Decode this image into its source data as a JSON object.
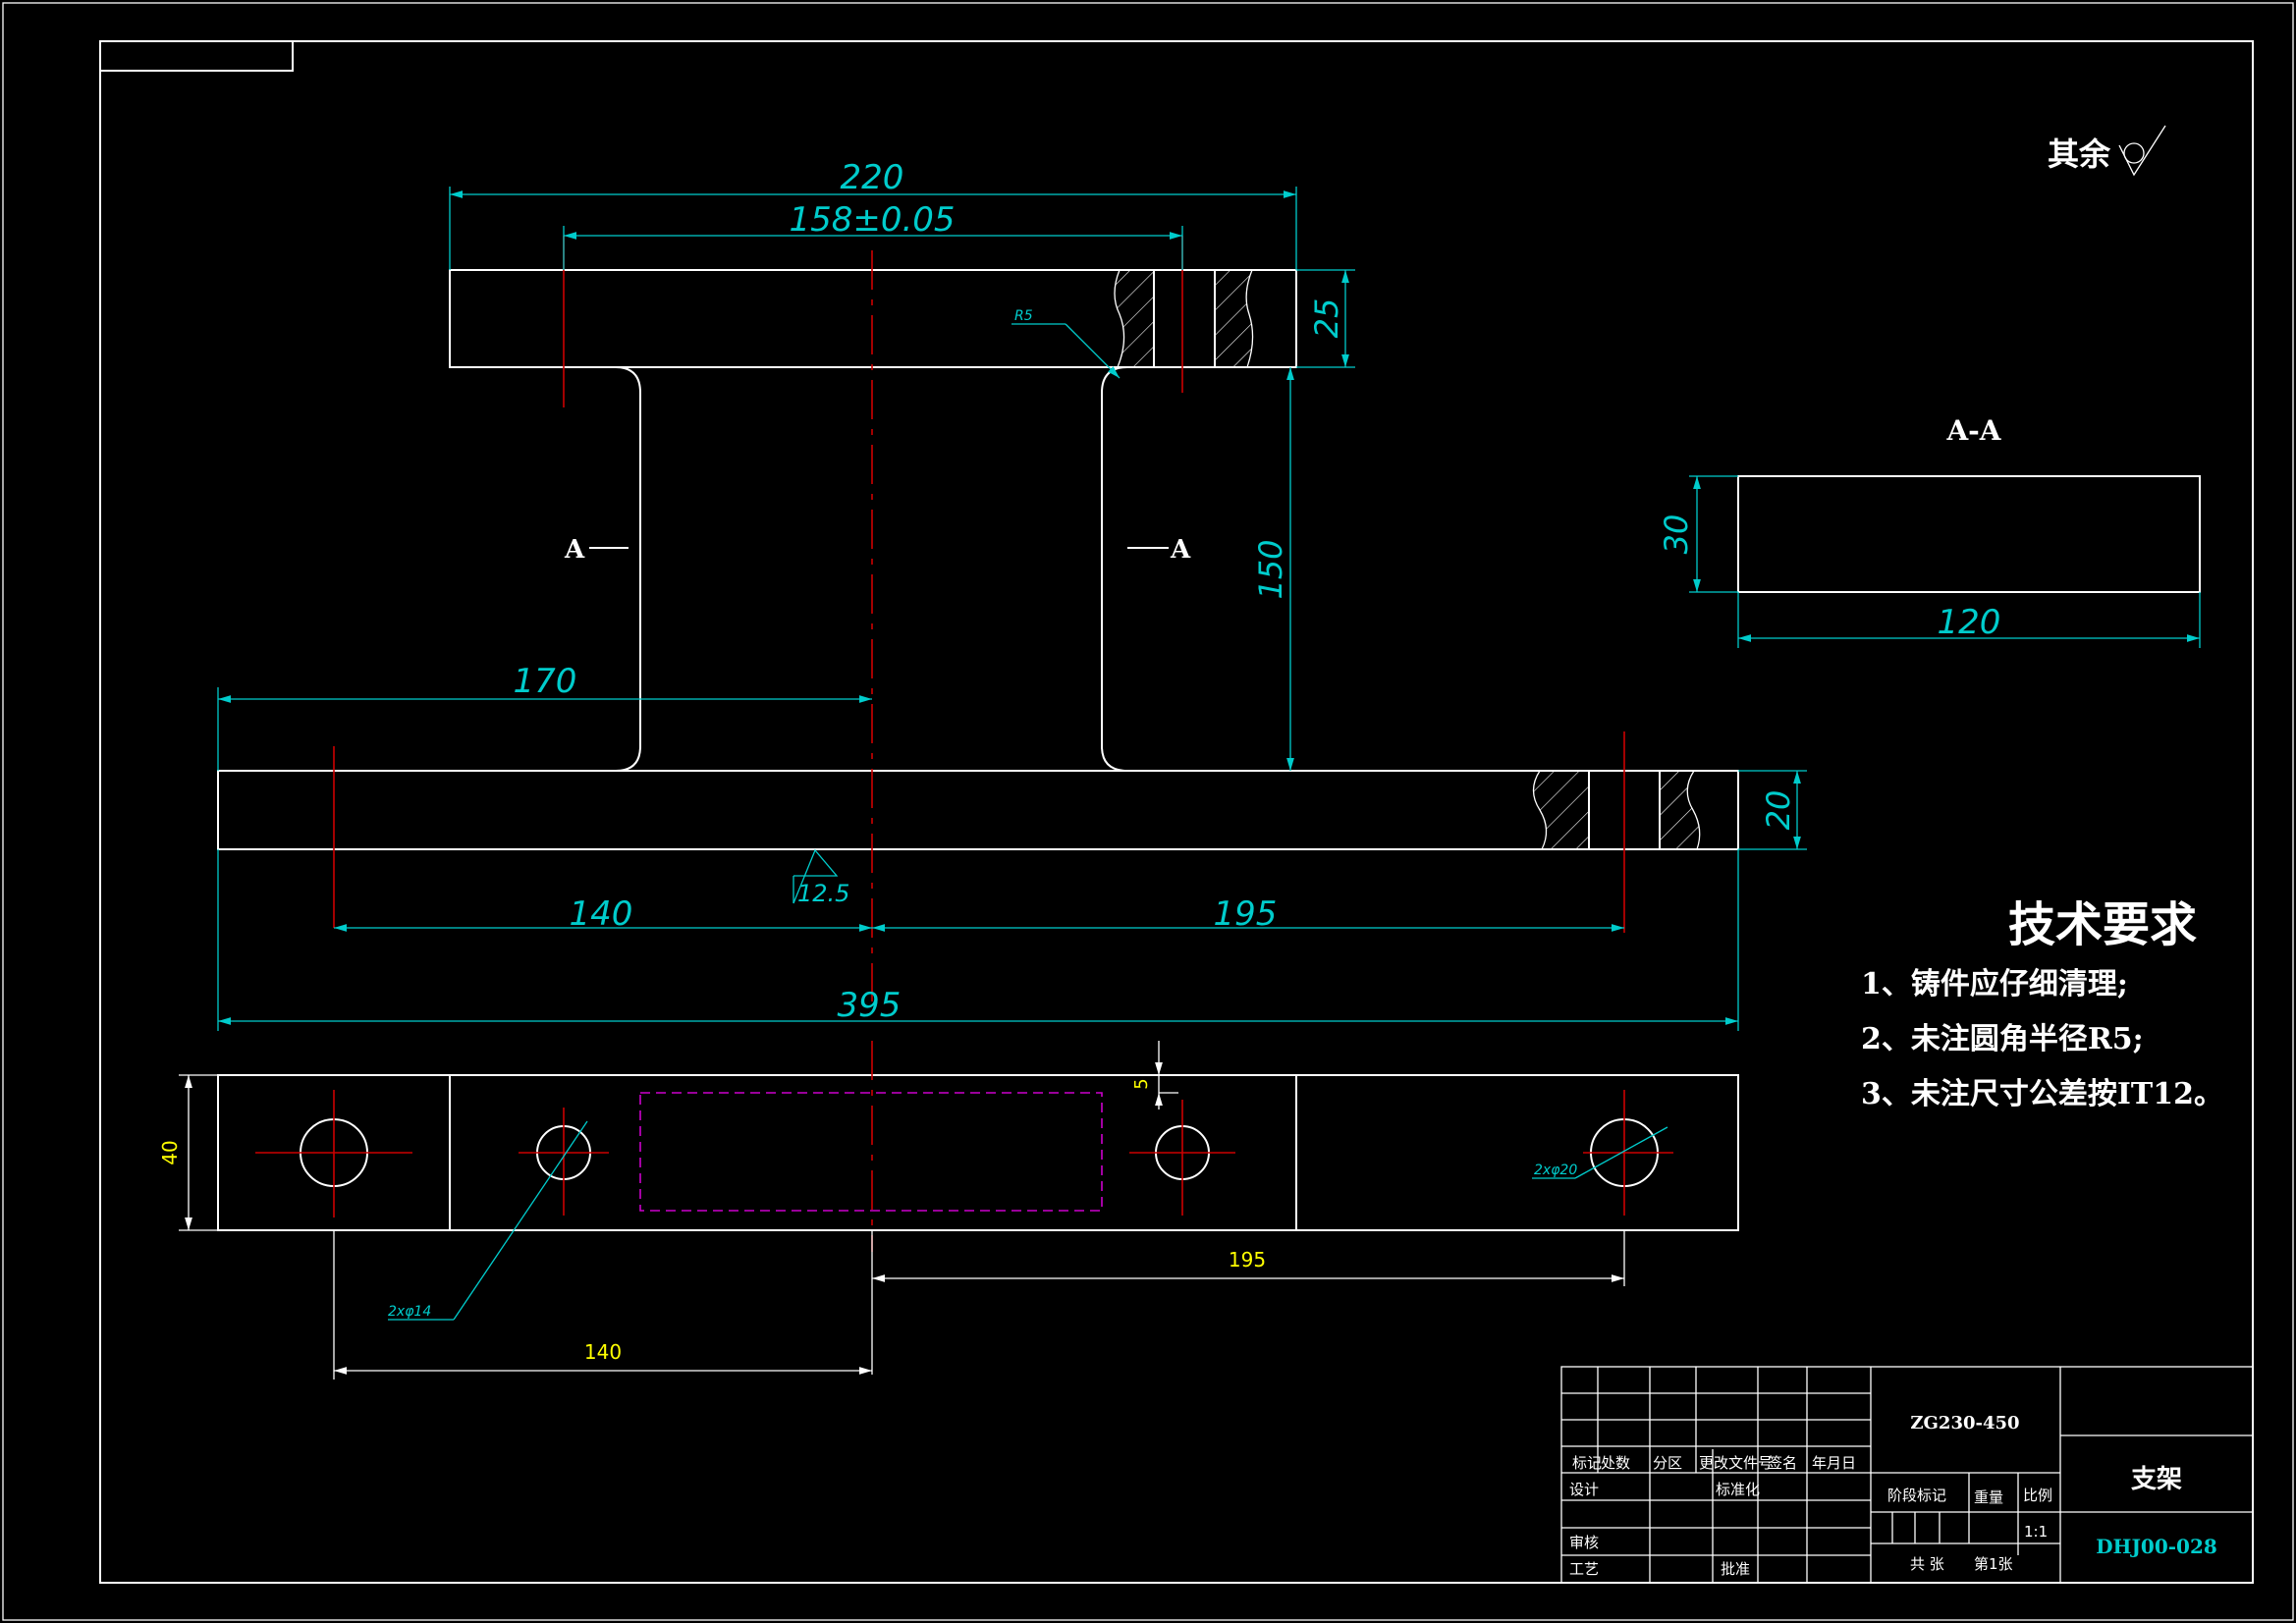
{
  "roughness": {
    "label": "其余"
  },
  "section_label": "A-A",
  "section_mark": {
    "left": "A",
    "right": "A"
  },
  "dimensions": {
    "d220": "220",
    "d158": "158±0.05",
    "d25": "25",
    "r5": "R5",
    "d150": "150",
    "d170": "170",
    "d20": "20",
    "rough125": "12.5",
    "d140": "140",
    "d195": "195",
    "d395": "395",
    "d30": "30",
    "d120": "120",
    "d40": "40",
    "d5": "5",
    "hole14": "2xφ14",
    "hole20": "2xφ20",
    "b195": "195",
    "b140": "140"
  },
  "tech_req": {
    "title": "技术要求",
    "items": [
      "1、铸件应仔细清理;",
      "2、未注圆角半径R5;",
      "3、未注尺寸公差按IT12。"
    ]
  },
  "title_block": {
    "material": "ZG230-450",
    "part_name": "支架",
    "drawing_no": "DHJ00-028",
    "scale": "1:1",
    "headers": [
      "标记",
      "处数",
      "分区",
      "更改文件号",
      "签名",
      "年月日"
    ],
    "design": "设计",
    "standard": "标准化",
    "review": "审核",
    "process": "工艺",
    "approve": "批准",
    "stage": "阶段标记",
    "weight": "重量",
    "ratio": "比例",
    "total": "共  张",
    "sheet": "第1张"
  }
}
